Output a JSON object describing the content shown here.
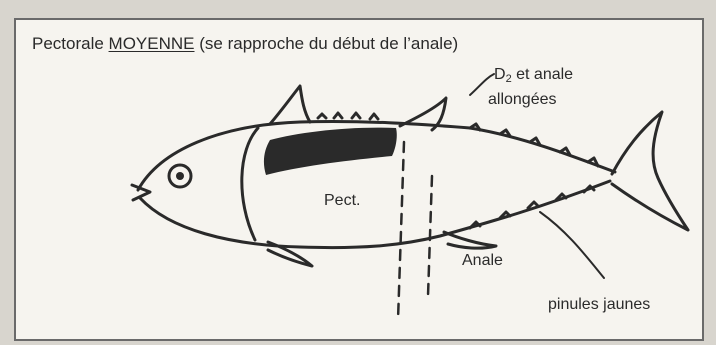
{
  "heading": {
    "prefix": "Pectorale ",
    "emphasis": "MOYENNE",
    "suffix": " (se rapproche  du début de l’anale)"
  },
  "labels": {
    "d2_line1_letter": "D",
    "d2_line1_sub": "2",
    "d2_line1_rest": " et anale",
    "d2_line2": "allongées",
    "pectoral": "Pect.",
    "anal": "Anale",
    "finlets": "pinules jaunes"
  },
  "colors": {
    "ink": "#2a2a2a",
    "paper": "#f6f4ef",
    "background": "#d8d5ce",
    "frame": "#6a6a6a"
  }
}
